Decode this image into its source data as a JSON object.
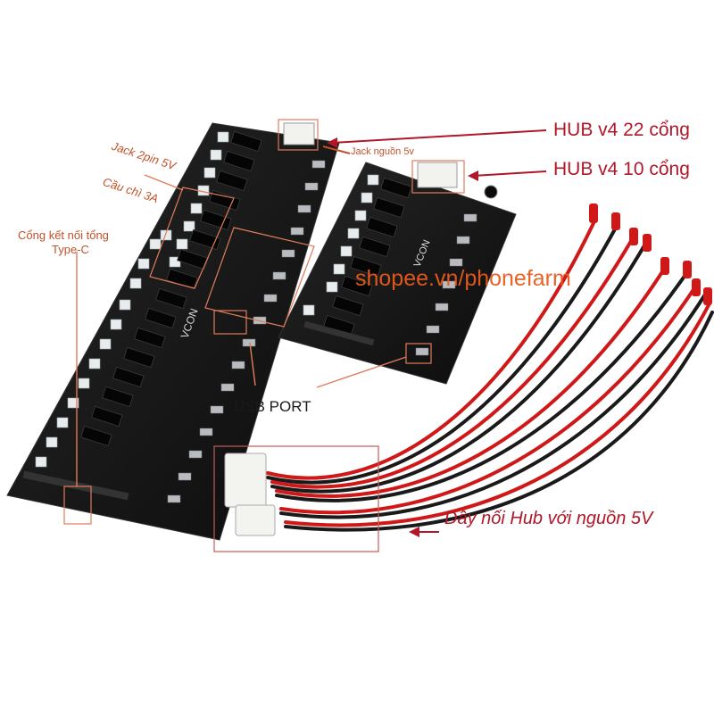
{
  "labels": {
    "hub22": "HUB v4 22 cổng",
    "hub10": "HUB v4 10 cổng",
    "jack_power": "Jack nguồn 5v",
    "jack_2pin": "Jack 2pin 5V",
    "fuse": "Cầu chì 3A",
    "type_c_line1": "Cổng kết nối tổng",
    "type_c_line2": "Type-C",
    "usb_port": "USB PORT",
    "cable": "Dây nối Hub với nguồn 5V",
    "watermark": "shopee.vn/phonefarm"
  },
  "board_marks": {
    "large": "VCON",
    "small": "VCON"
  },
  "colors": {
    "label_red": "#b0182a",
    "label_orange": "#c0522a",
    "watermark": "#e85a1c",
    "pcb": "#141414",
    "wire_red": "#d01818",
    "wire_black": "#1a1a1a"
  }
}
